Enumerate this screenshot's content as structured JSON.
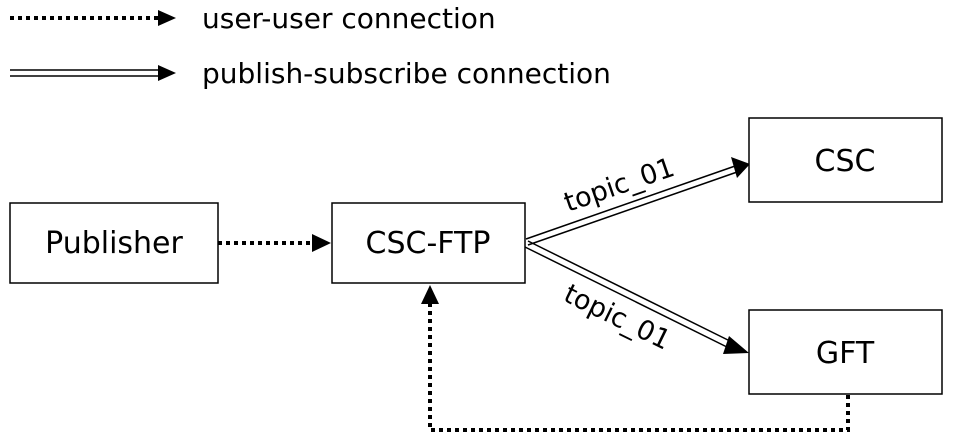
{
  "legend": {
    "items": [
      {
        "style": "dotted",
        "label": "user-user connection"
      },
      {
        "style": "double",
        "label": "publish-subscribe connection"
      }
    ]
  },
  "nodes": {
    "publisher": {
      "label": "Publisher"
    },
    "csc_ftp": {
      "label": "CSC-FTP"
    },
    "csc": {
      "label": "CSC"
    },
    "gft": {
      "label": "GFT"
    }
  },
  "edges": [
    {
      "from": "Publisher",
      "to": "CSC-FTP",
      "style": "dotted",
      "label": ""
    },
    {
      "from": "CSC-FTP",
      "to": "CSC",
      "style": "double",
      "label": "topic_01"
    },
    {
      "from": "CSC-FTP",
      "to": "GFT",
      "style": "double",
      "label": "topic_01"
    },
    {
      "from": "GFT",
      "to": "CSC-FTP",
      "style": "dotted",
      "label": ""
    }
  ]
}
